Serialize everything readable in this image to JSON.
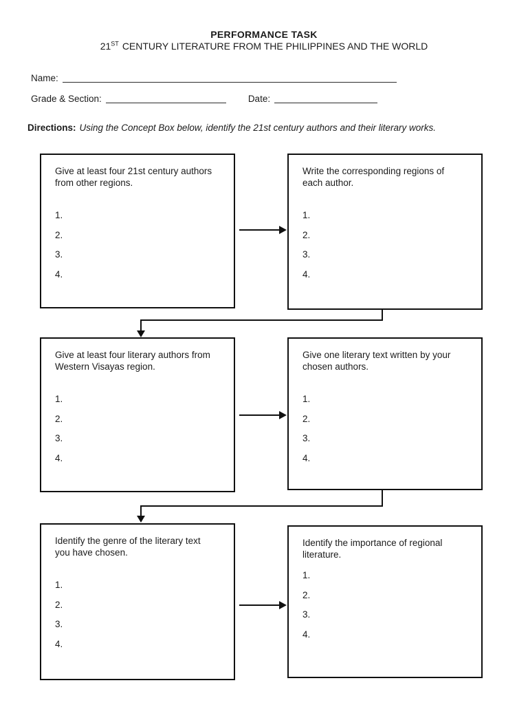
{
  "page": {
    "background": "#ffffff",
    "ink": "#1b1b1b",
    "border": "#101010"
  },
  "header": {
    "title": "PERFORMANCE TASK",
    "subtitle_num": "21",
    "subtitle_ord": "ST",
    "subtitle_rest": "CENTURY LITERATURE FROM THE PHILIPPINES AND THE WORLD"
  },
  "form": {
    "name_label": "Name:",
    "grade_section_label": "Grade & Section:",
    "date_label": "Date:"
  },
  "directions": {
    "label": "Directions:",
    "text": "Using the Concept Box below, identify the 21st century authors and their literary works."
  },
  "concept_boxes": [
    {
      "prompt": "Give at least four 21st century authors\nfrom other regions.",
      "items": [
        "1.",
        "2.",
        "3.",
        "4."
      ]
    },
    {
      "prompt": "Write the corresponding regions of\neach author.",
      "items": [
        "1.",
        "2.",
        "3.",
        "4."
      ]
    },
    {
      "prompt": "Give at least four literary authors from\nWestern Visayas region.",
      "items": [
        "1.",
        "2.",
        "3.",
        "4."
      ]
    },
    {
      "prompt": "Give one literary text written by your\nchosen authors.",
      "items": [
        "1.",
        "2.",
        "3.",
        "4."
      ]
    },
    {
      "prompt": "Identify the genre of the literary text\nyou have chosen.",
      "items": [
        "1.",
        "2.",
        "3.",
        "4."
      ]
    },
    {
      "prompt": "Identify the importance of regional\nliterature.",
      "items": [
        "1.",
        "2.",
        "3.",
        "4."
      ]
    }
  ]
}
